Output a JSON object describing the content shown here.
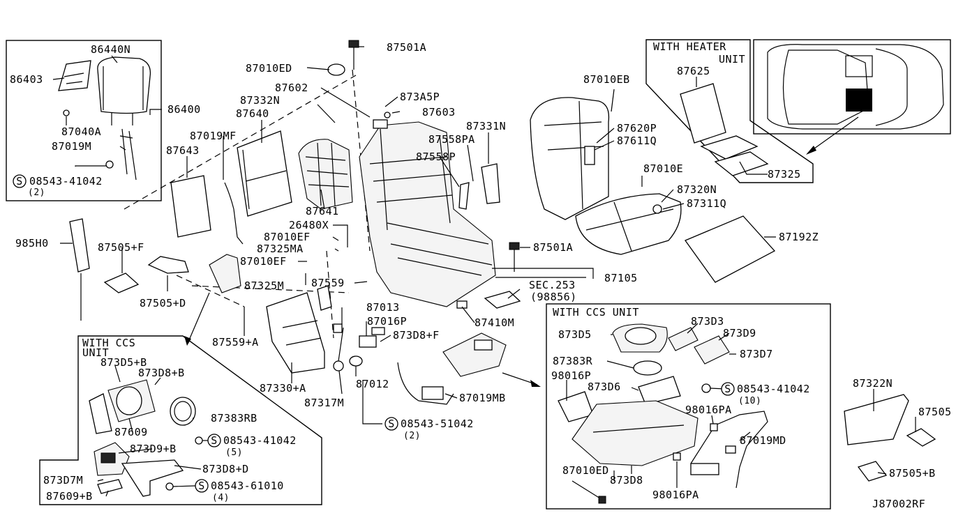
{
  "diagram_code": "J87002RF",
  "group_labels": {
    "heater_title_1": "WITH HEATER",
    "heater_title_2": "UNIT",
    "ccs_left_title_1": "WITH CCS",
    "ccs_left_title_2": "UNIT",
    "ccs_right_title": "WITH CCS UNIT"
  },
  "parts": {
    "p86440N": "86440N",
    "p86403": "86403",
    "p86400": "86400",
    "p87040A": "87040A",
    "p87019M": "87019M",
    "p08543_41042_a": "08543-41042",
    "q2_a": "(2)",
    "p87643": "87643",
    "p87019MF": "87019MF",
    "p87640": "87640",
    "p87332N": "87332N",
    "p87602": "87602",
    "p87010ED_top": "87010ED",
    "p87501A_top": "87501A",
    "p873A5P": "873A5P",
    "p87603": "87603",
    "p87331N": "87331N",
    "p87558PA": "87558PA",
    "p87558P": "87558P",
    "p87641": "87641",
    "p26480X": "26480X",
    "p87010EF_a": "87010EF",
    "p87325MA": "87325MA",
    "p87010EF_b": "87010EF",
    "p87325M": "87325M",
    "p87559": "87559",
    "p985H0": "985H0",
    "p87505F": "87505+F",
    "p87505D": "87505+D",
    "p87559A": "87559+A",
    "p87330A": "87330+A",
    "p87013": "87013",
    "p87016P": "87016P",
    "p873D8F": "873D8+F",
    "p87410M": "87410M",
    "p87317M": "87317M",
    "p87012": "87012",
    "p87019MB": "87019MB",
    "p08543_51042": "08543-51042",
    "q2_b": "(2)",
    "p87501A_mid": "87501A",
    "p87105": "87105",
    "sec253": "SEC.253",
    "sec253_ref": "(98856)",
    "p87010EB": "87010EB",
    "p87620P": "87620P",
    "p87611Q": "87611Q",
    "p87010E": "87010E",
    "p87320N": "87320N",
    "p87311Q": "87311Q",
    "p87192Z": "87192Z",
    "p87625": "87625",
    "p87325": "87325",
    "p873D5B": "873D5+B",
    "p873D8B": "873D8+B",
    "p87383RB": "87383RB",
    "p87609": "87609",
    "p08543_41042_b": "08543-41042",
    "q5": "(5)",
    "p873D9B": "873D9+B",
    "p873D8D": "873D8+D",
    "p873D7M": "873D7M",
    "p87609B": "87609+B",
    "p08543_61010": "08543-61010",
    "q4": "(4)",
    "p873D5": "873D5",
    "p873D3": "873D3",
    "p873D9": "873D9",
    "p873D7": "873D7",
    "p87383R": "87383R",
    "p98016P": "98016P",
    "p873D6": "873D6",
    "p08543_41042_c": "08543-41042",
    "q10": "(10)",
    "p98016PA_a": "98016PA",
    "p87019MD": "87019MD",
    "p87010ED_b": "87010ED",
    "p873D8": "873D8",
    "p98016PA_b": "98016PA",
    "p87322N": "87322N",
    "p87505": "87505",
    "p87505B": "87505+B",
    "s_mark": "S"
  }
}
